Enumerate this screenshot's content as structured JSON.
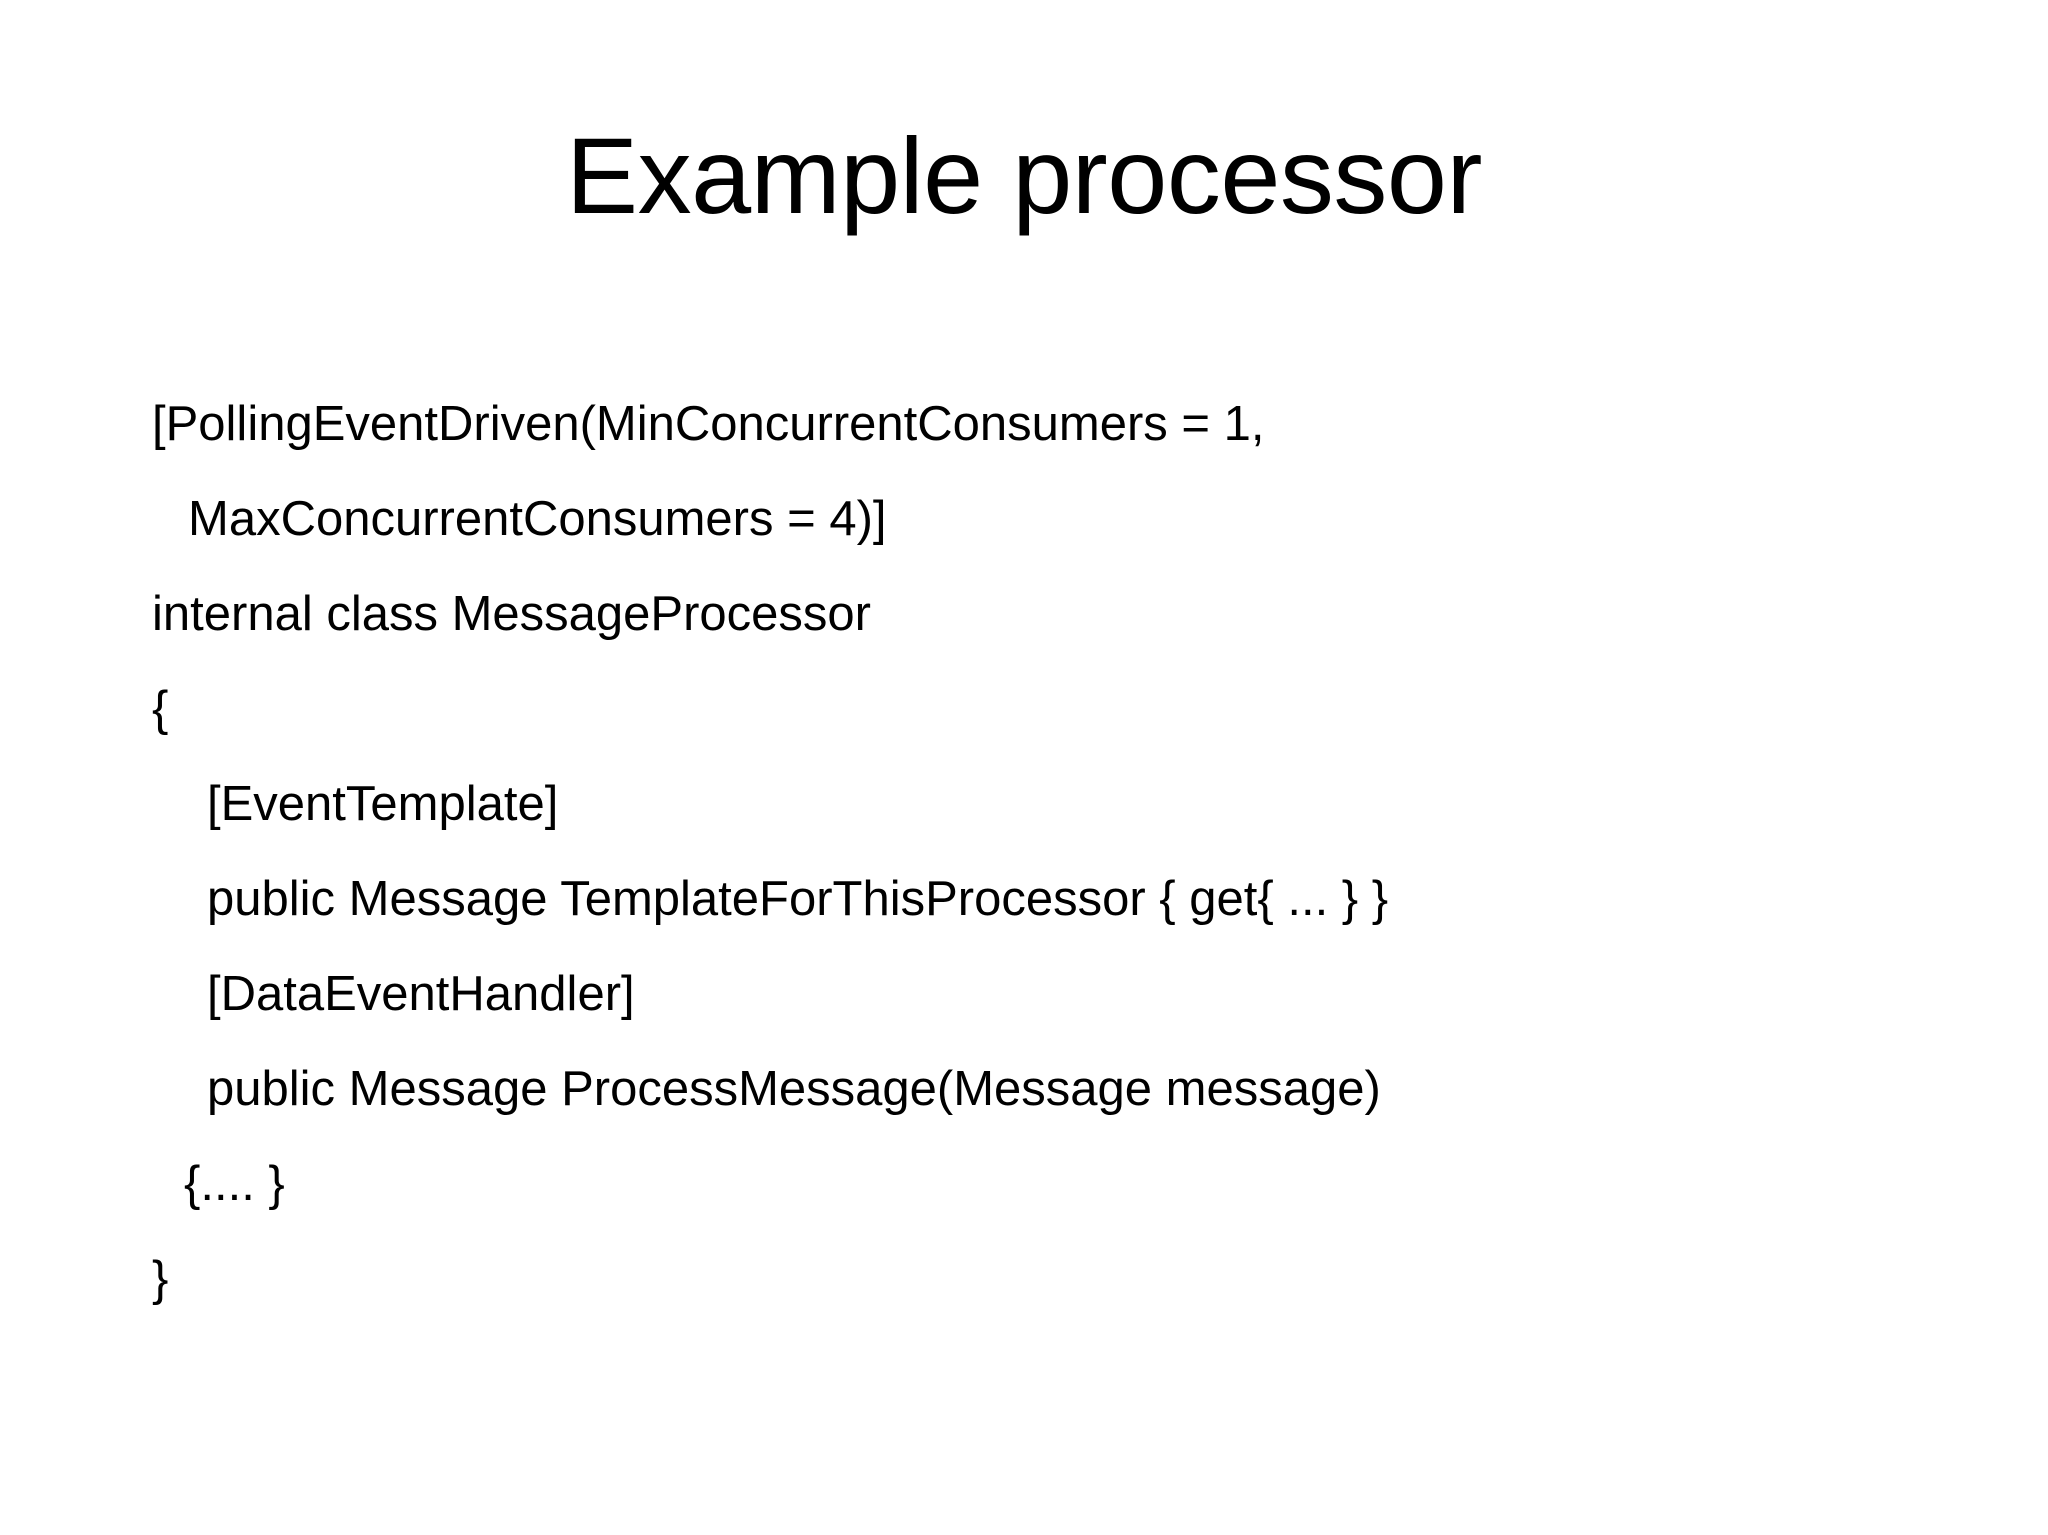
{
  "slide": {
    "title": "Example processor",
    "background_color": "#ffffff",
    "text_color": "#000000",
    "code_lines": [
      {
        "text": "[PollingEventDriven(MinConcurrentConsumers = 1,",
        "indent": 0
      },
      {
        "text": "MaxConcurrentConsumers = 4)]",
        "indent": 1
      },
      {
        "text": "internal class MessageProcessor",
        "indent": 0
      },
      {
        "text": "{",
        "indent": 0
      },
      {
        "text": "[EventTemplate]",
        "indent": 2
      },
      {
        "text": "public Message TemplateForThisProcessor { get{ ... } }",
        "indent": 2
      },
      {
        "text": "[DataEventHandler]",
        "indent": 2
      },
      {
        "text": "public Message ProcessMessage(Message message)",
        "indent": 2
      },
      {
        "text": "{.... }",
        "indent": 3
      },
      {
        "text": "}",
        "indent": 0
      }
    ]
  }
}
